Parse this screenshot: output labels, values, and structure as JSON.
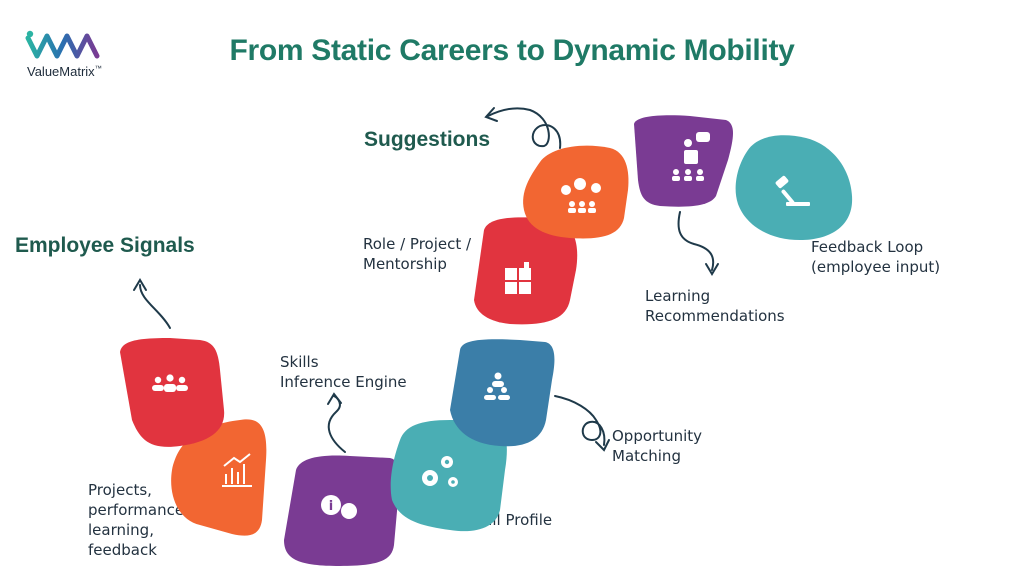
{
  "brand": {
    "name": "ValueMatrix",
    "trademark": "™"
  },
  "title": "From Static Careers to Dynamic Mobility",
  "headings": {
    "employee_signals": "Employee Signals",
    "suggestions": "Suggestions"
  },
  "steps": [
    {
      "label": "Projects,\nperformance,\nlearning,\nfeedback",
      "icon": "chart-icon",
      "color": "#f26632"
    },
    {
      "label": "",
      "icon": "team-icon",
      "color": "#e1343f"
    },
    {
      "label": "Skills\nInference Engine",
      "icon": "chat-info-icon",
      "color": "#7a3b93"
    },
    {
      "label": "Skill Profile",
      "icon": "gears-icon",
      "color": "#4aaeb4"
    },
    {
      "label": "Opportunity\nMatching",
      "icon": "group-icon",
      "color": "#3b7ea8"
    },
    {
      "label": "Role / Project /\nMentorship",
      "icon": "puzzle-icon",
      "color": "#e1343f"
    },
    {
      "label": "",
      "icon": "network-icon",
      "color": "#f26632"
    },
    {
      "label": "Learning\nRecommendations",
      "icon": "presenter-icon",
      "color": "#7a3b93"
    },
    {
      "label": "Feedback Loop\n(employee input)",
      "icon": "gavel-icon",
      "color": "#4aaeb4"
    }
  ]
}
